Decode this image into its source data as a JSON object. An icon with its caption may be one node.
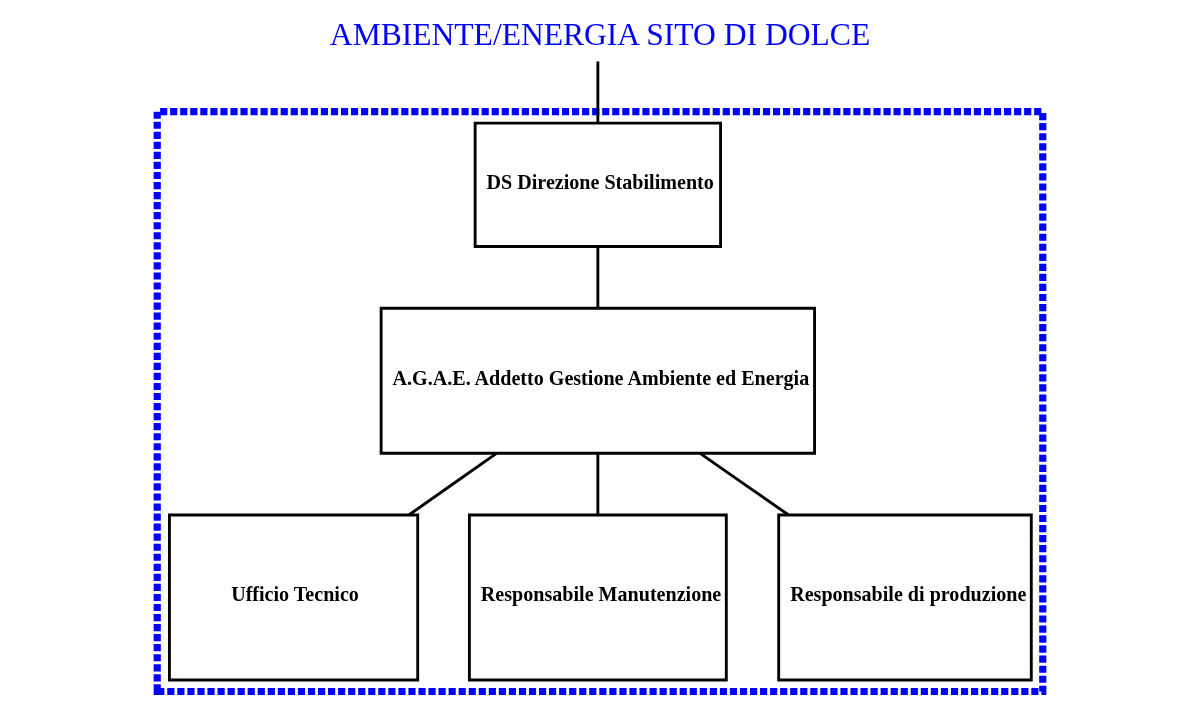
{
  "diagram": {
    "title": "AMBIENTE/ENERGIA SITO DI DOLCE",
    "nodes": [
      {
        "text": [],
        "shape": "box"
      },
      {
        "text": [
          "DS Direzione Stabilimento"
        ],
        "in": 0
      },
      {
        "text": [
          "A.G.A.E. Addetto Gestione Ambiente ed Energia"
        ],
        "in": 0
      },
      {
        "text": [
          "Ufficio Tecnico"
        ],
        "in": 0
      },
      {
        "text": [
          "Responsabile Manutenzione"
        ],
        "in": 0
      },
      {
        "text": [
          "Responsabile di produzione"
        ],
        "in": 0
      }
    ],
    "edges": [
      {
        "from": null,
        "to": 1,
        "arrow": "none"
      },
      {
        "from": 1,
        "to": 2,
        "arrow": "none"
      },
      {
        "from": 2,
        "to": 3,
        "arrow": "none"
      },
      {
        "from": 2,
        "to": 4,
        "arrow": "none"
      },
      {
        "from": 2,
        "to": 5,
        "arrow": "none"
      }
    ]
  }
}
